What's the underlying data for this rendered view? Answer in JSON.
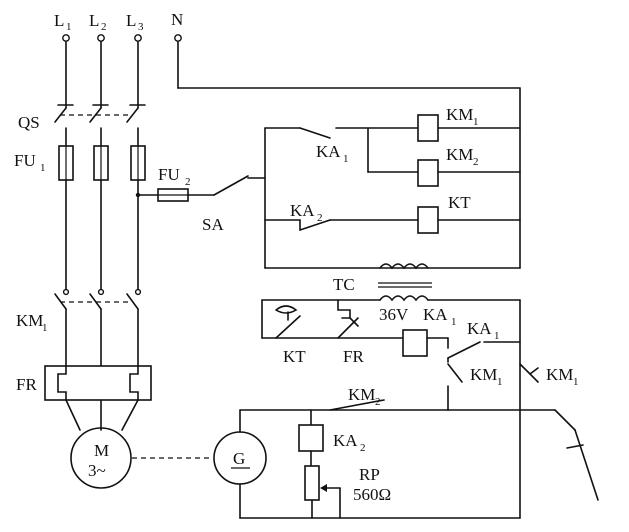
{
  "labels": {
    "l1": "L",
    "l1_sub": "1",
    "l2": "L",
    "l2_sub": "2",
    "l3": "L",
    "l3_sub": "3",
    "n": "N",
    "qs": "QS",
    "fu1": "FU",
    "fu1_sub": "1",
    "fu2": "FU",
    "fu2_sub": "2",
    "sa": "SA",
    "km1_coil": "KM",
    "km1_coil_sub": "1",
    "km2_coil": "KM",
    "km2_coil_sub": "2",
    "ka1_top": "KA",
    "ka1_top_sub": "1",
    "ka2_mid": "KA",
    "ka2_mid_sub": "2",
    "kt_coil": "KT",
    "tc": "TC",
    "v36": "36V",
    "ka1_coil": "KA",
    "ka1_coil_sub": "1",
    "ka1_contact": "KA",
    "ka1_contact_sub": "1",
    "kt_contact": "KT",
    "fr_contact": "FR",
    "km1_no": "KM",
    "km1_no_sub": "1",
    "km1_nc": "KM",
    "km1_nc_sub": "1",
    "km1_main": "KM",
    "km1_main_sub": "1",
    "fr_main": "FR",
    "motor_m": "M",
    "motor_phase": "3~",
    "km2_contact": "KM",
    "km2_contact_sub": "2",
    "ka2_coil": "KA",
    "ka2_coil_sub": "2",
    "generator": "G",
    "rp": "RP",
    "rp_value": "560Ω"
  }
}
